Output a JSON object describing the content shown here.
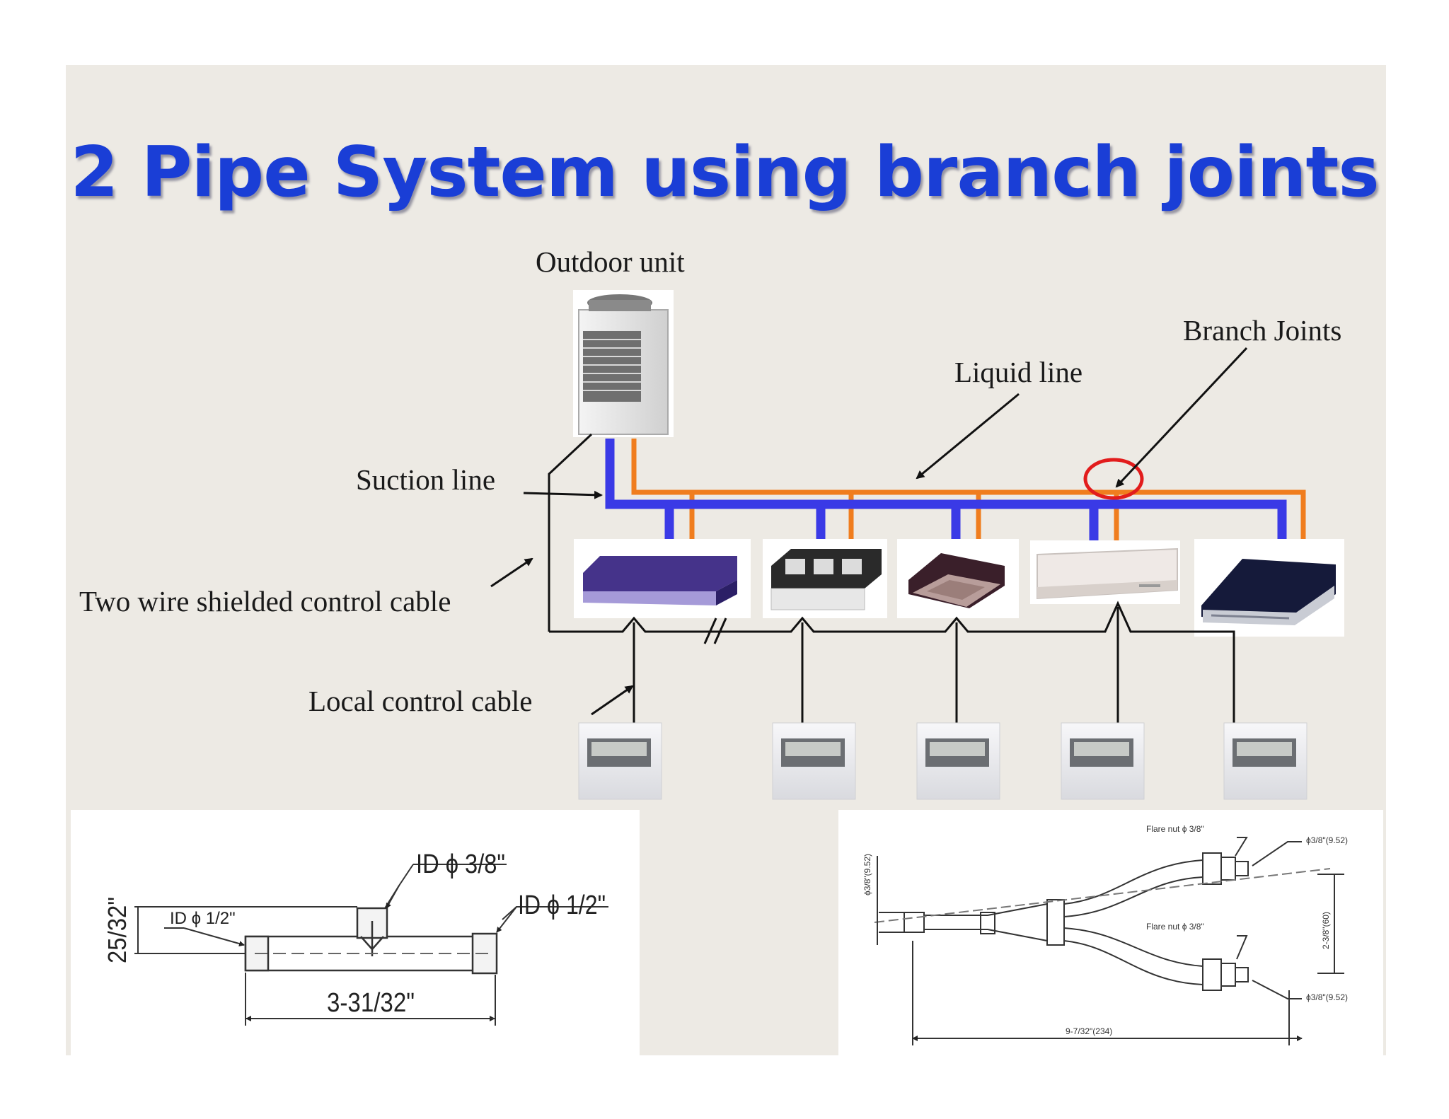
{
  "title": "2 Pipe System using branch joints",
  "diagram": {
    "labels": {
      "outdoor_unit": "Outdoor unit",
      "branch_joints": "Branch  Joints",
      "liquid_line": "Liquid line",
      "suction_line": "Suction line",
      "control_cable": "Two wire shielded control cable",
      "local_cable": "Local control cable"
    },
    "colors": {
      "suction_line": "#3a3ae6",
      "liquid_line": "#f07d1e",
      "highlight": "#e21c1c",
      "title": "#1a3ed6",
      "background": "#edeae4"
    }
  },
  "branch_joint_left": {
    "top_id": "ID ϕ 3/8\"",
    "right_id": "ID ϕ 1/2\"",
    "left_id": "ID ϕ 1/2\"",
    "height": "25/32\"",
    "length": "3-31/32\""
  },
  "branch_joint_right": {
    "flare_top": "Flare nut ϕ 3/8\"",
    "flare_bottom": "Flare nut ϕ 3/8\"",
    "out_top": "ϕ3/8\"(9.52)",
    "out_bottom": "ϕ3/8\"(9.52)",
    "inlet": "ϕ3/8\"(9.52)",
    "spacing": "2-3/8\"(60)",
    "length": "9-7/32\"(234)"
  }
}
